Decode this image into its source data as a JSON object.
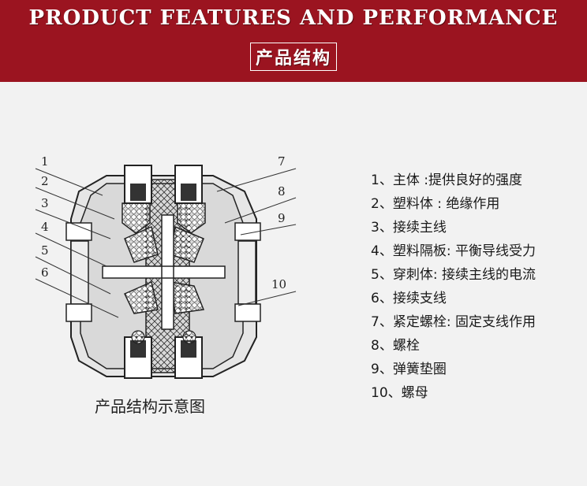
{
  "header": {
    "title_en": "PRODUCT FEATURES AND PERFORMANCE",
    "title_cn": "产品结构"
  },
  "diagram": {
    "caption": "产品结构示意图",
    "callouts": [
      "1",
      "2",
      "3",
      "4",
      "5",
      "6",
      "7",
      "8",
      "9",
      "10"
    ]
  },
  "legend": {
    "items": [
      "1、主体 :提供良好的强度",
      "2、塑料体 : 绝缘作用",
      "3、接续主线",
      "4、塑料隔板: 平衡导线受力",
      "5、穿刺体: 接续主线的电流",
      "6、接续支线",
      "7、紧定螺栓: 固定支线作用",
      "8、螺栓",
      "9、弹簧垫圈",
      "10、螺母"
    ]
  },
  "colors": {
    "header_bg": "#9b1420",
    "page_bg": "#f2f2f2"
  }
}
